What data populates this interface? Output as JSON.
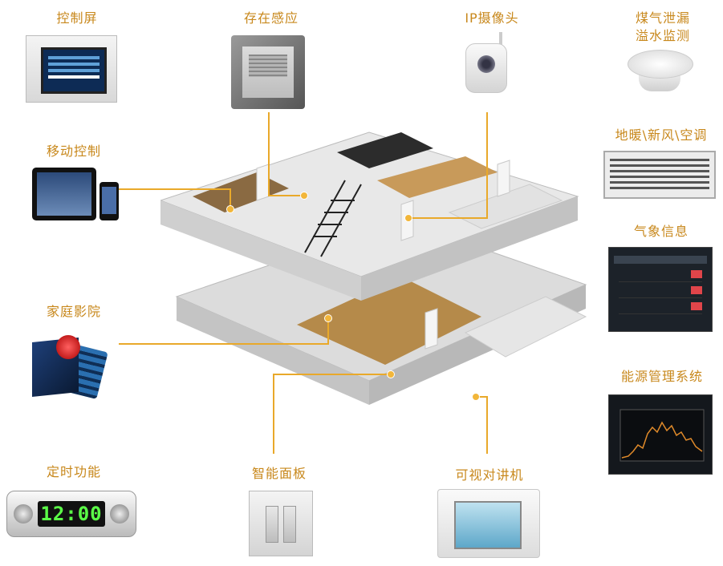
{
  "labels": {
    "control_screen": "控制屏",
    "presence_sensing": "存在感应",
    "ip_camera": "IP摄像头",
    "gas_leak_line1": "煤气泄漏",
    "gas_leak_line2": "溢水监测",
    "mobile_control": "移动控制",
    "hvac": "地暖\\新风\\空调",
    "weather_info": "气象信息",
    "home_theater": "家庭影院",
    "energy_mgmt": "能源管理系统",
    "timer": "定时功能",
    "smart_panel": "智能面板",
    "video_intercom": "可视对讲机"
  },
  "timer_display": "12:00",
  "colors": {
    "label": "#c8881c",
    "leader_line": "#e9a92a",
    "timer_digits": "#5cff48"
  }
}
